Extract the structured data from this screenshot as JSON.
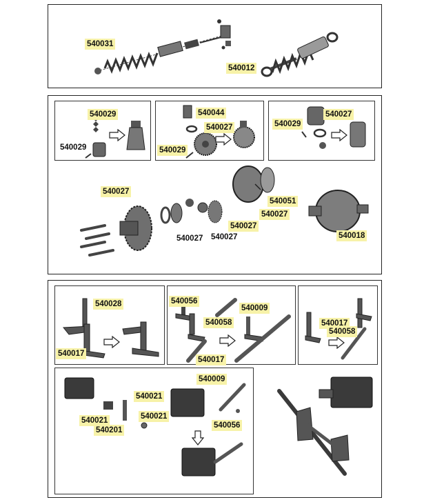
{
  "colors": {
    "label_highlight": "#f7f2a8",
    "part_dark": "#3a3a3a",
    "part_mid": "#6a6a6a",
    "part_light": "#b5b5b5",
    "border": "#222222"
  },
  "shocks": {
    "labels": {
      "a": "540031",
      "b": "540012"
    }
  },
  "gears": {
    "step1": {
      "l1": "540029",
      "l2": "540029"
    },
    "step2": {
      "l1": "540044",
      "l2": "540027",
      "l3": "540029"
    },
    "step3": {
      "l1": "540027",
      "l2": "540029"
    },
    "diff": {
      "l1": "540027",
      "l2": "540051",
      "l3": "540027",
      "l4": "540027",
      "l5": "540027",
      "l6": "540027",
      "l7": "540018"
    }
  },
  "steering": {
    "step1": {
      "l1": "540028",
      "l2": "540017"
    },
    "step2": {
      "l1": "540056",
      "l2": "540009",
      "l3": "540058",
      "l4": "540017"
    },
    "step3": {
      "l1": "540017",
      "l2": "540058"
    },
    "step4": {
      "l1": "540009",
      "l2": "540021",
      "l3": "540021",
      "l4": "540021",
      "l5": "540201",
      "l6": "540056"
    }
  },
  "icons": [
    "arrow-right-icon",
    "arrow-down-icon"
  ]
}
